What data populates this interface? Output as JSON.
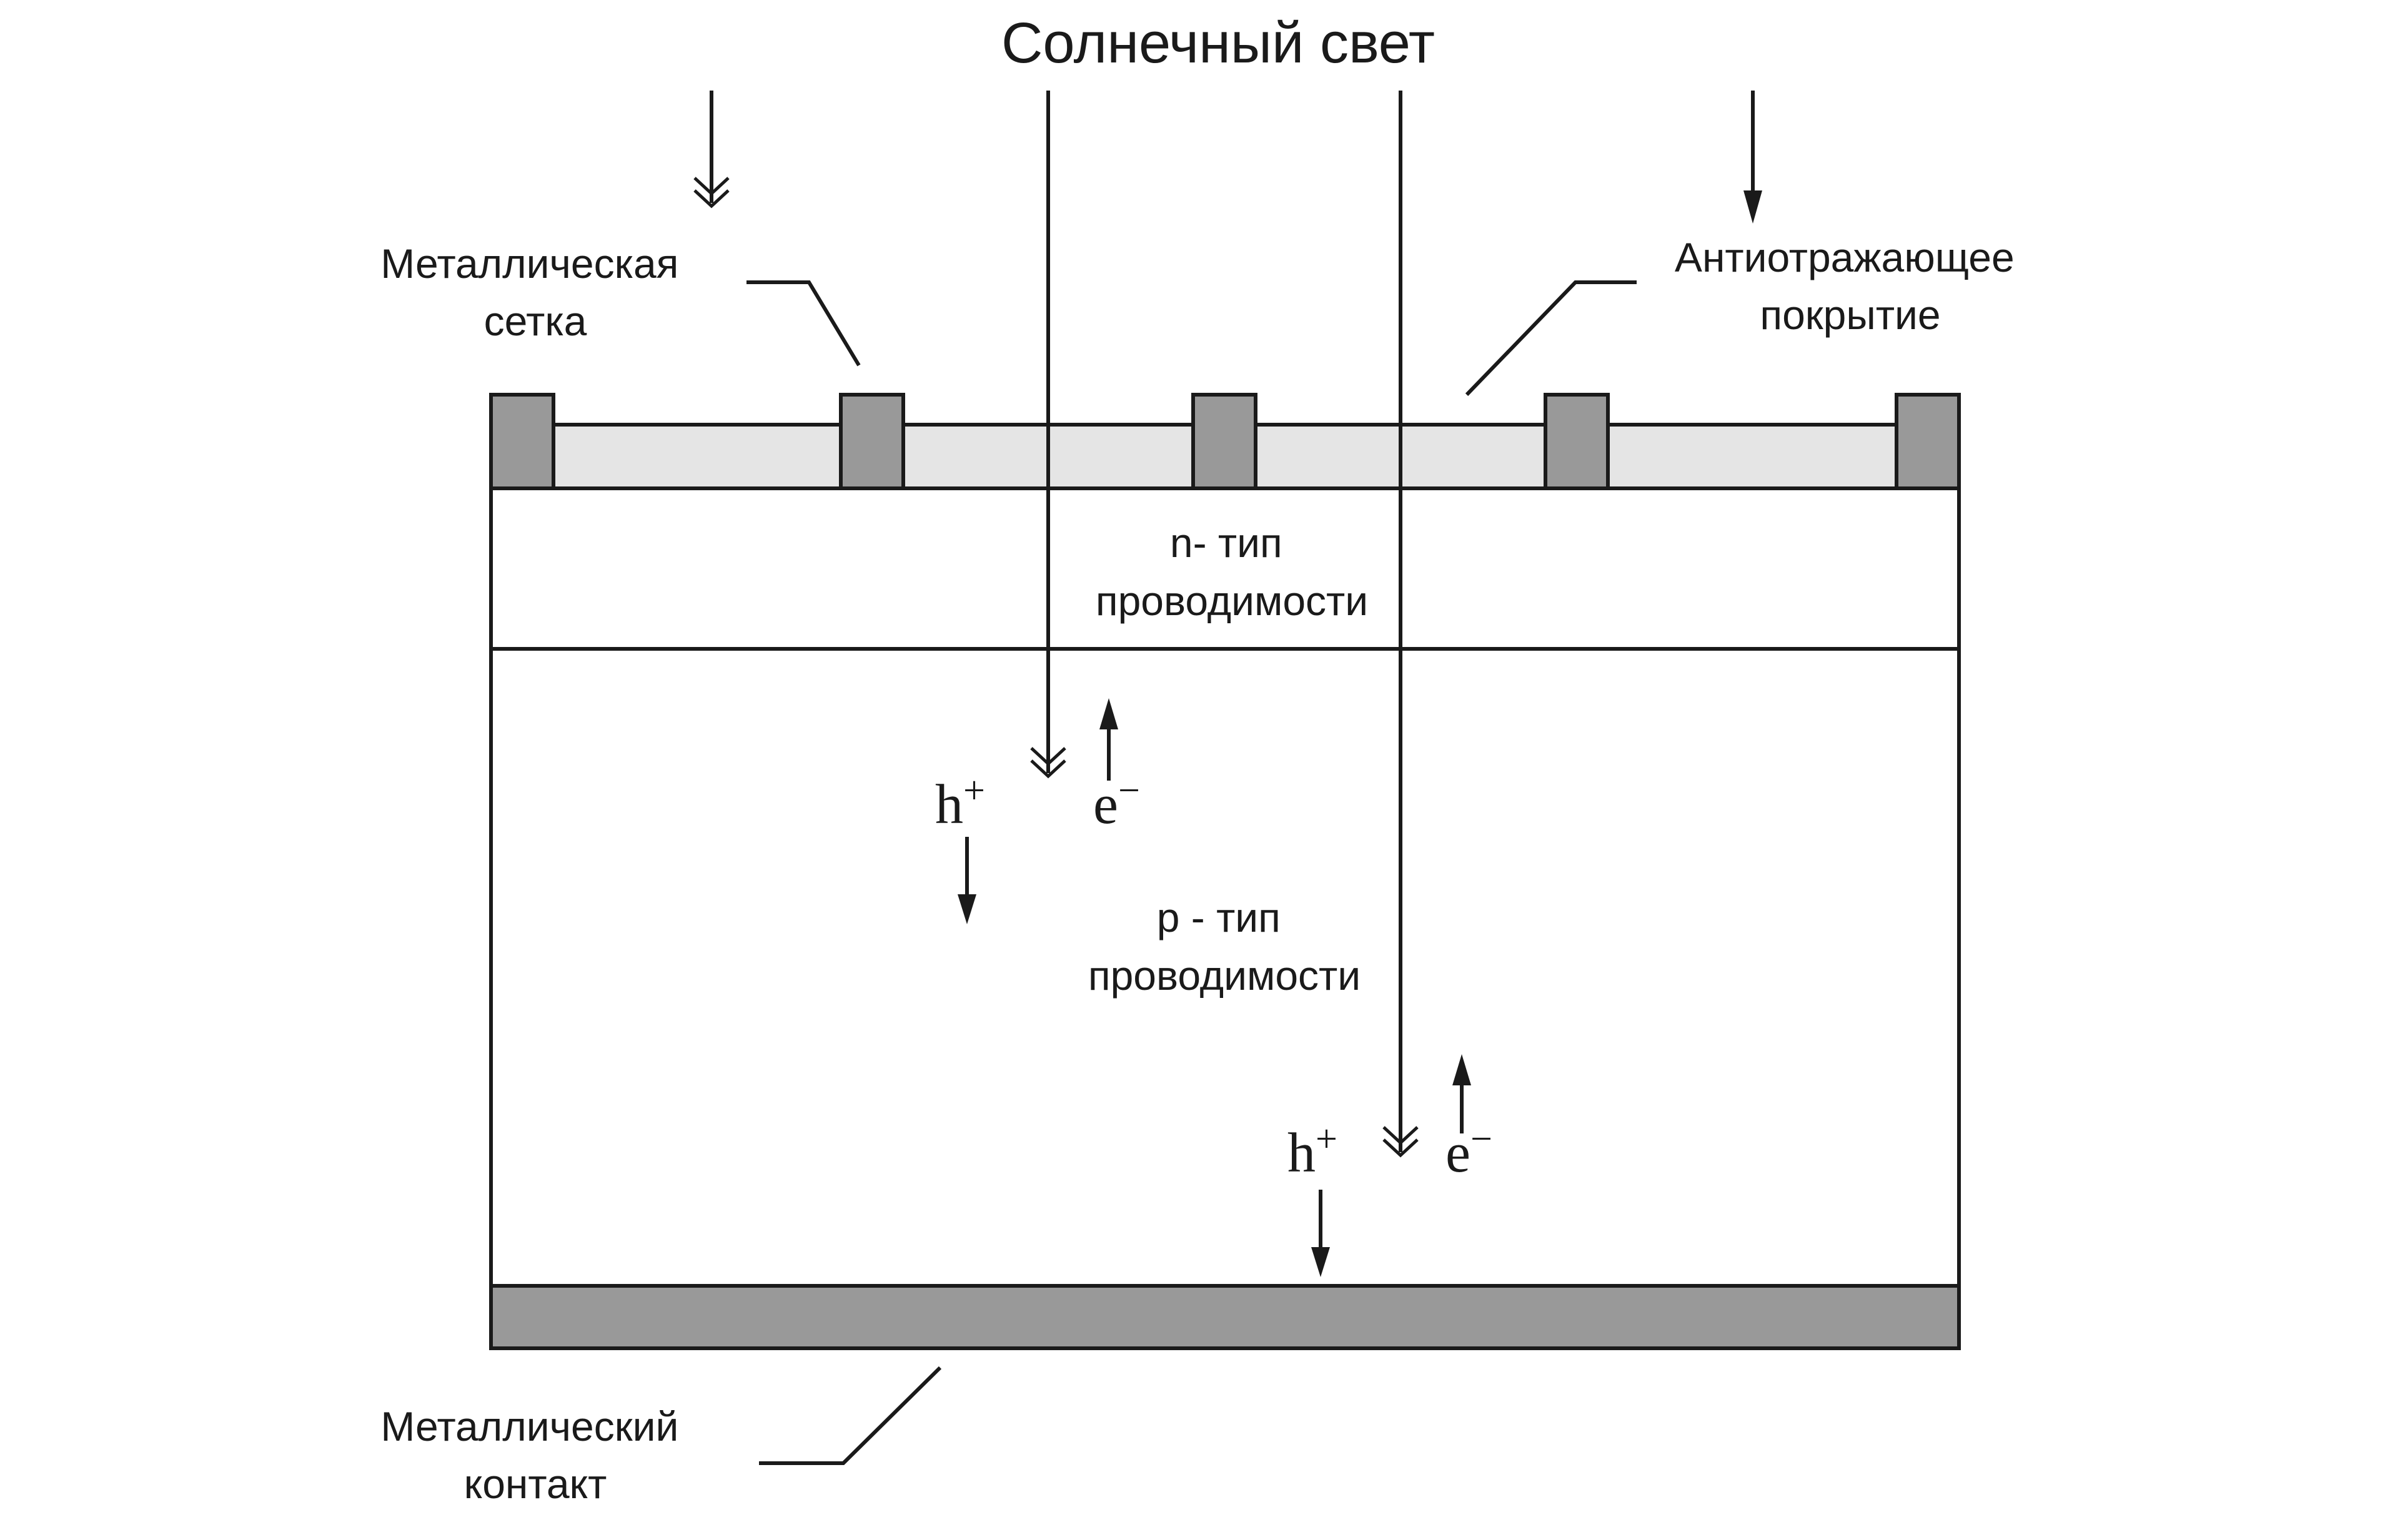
{
  "title": "Солнечный свет",
  "labels": {
    "metal_grid": [
      "Металлическая",
      "сетка"
    ],
    "antireflective": [
      "Антиотражающее",
      "покрытие"
    ],
    "n_type": [
      "n- тип",
      "проводимости"
    ],
    "p_type": [
      "p - тип",
      "проводимости"
    ],
    "metal_contact": [
      "Металлический",
      "контакт"
    ]
  },
  "carriers": {
    "hole_base": "h",
    "hole_sup": "+",
    "electron_base": "e",
    "electron_sup": "−"
  },
  "colors": {
    "metal": "#999999",
    "coating": "#e5e5e5",
    "line": "#1a1a1a",
    "background": "#ffffff"
  }
}
